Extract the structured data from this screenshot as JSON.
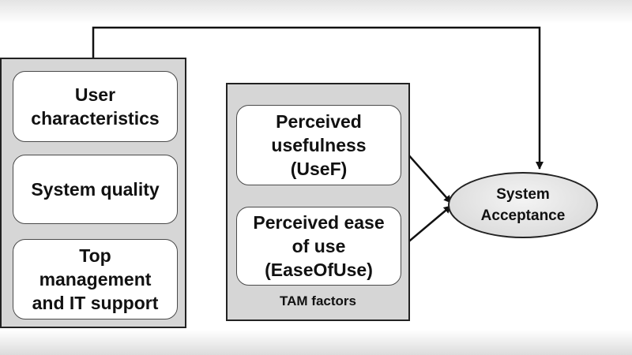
{
  "left_group": {
    "cards": [
      {
        "label": "User\ncharacteristics"
      },
      {
        "label": "System quality"
      },
      {
        "label": "Top\nmanagement\nand IT support"
      }
    ]
  },
  "tam_group": {
    "caption": "TAM factors",
    "cards": [
      {
        "label": "Perceived\nusefulness\n(UseF)"
      },
      {
        "label": "Perceived ease\nof use\n(EaseOfUse)"
      }
    ]
  },
  "outcome": {
    "label": "System\nAcceptance"
  }
}
